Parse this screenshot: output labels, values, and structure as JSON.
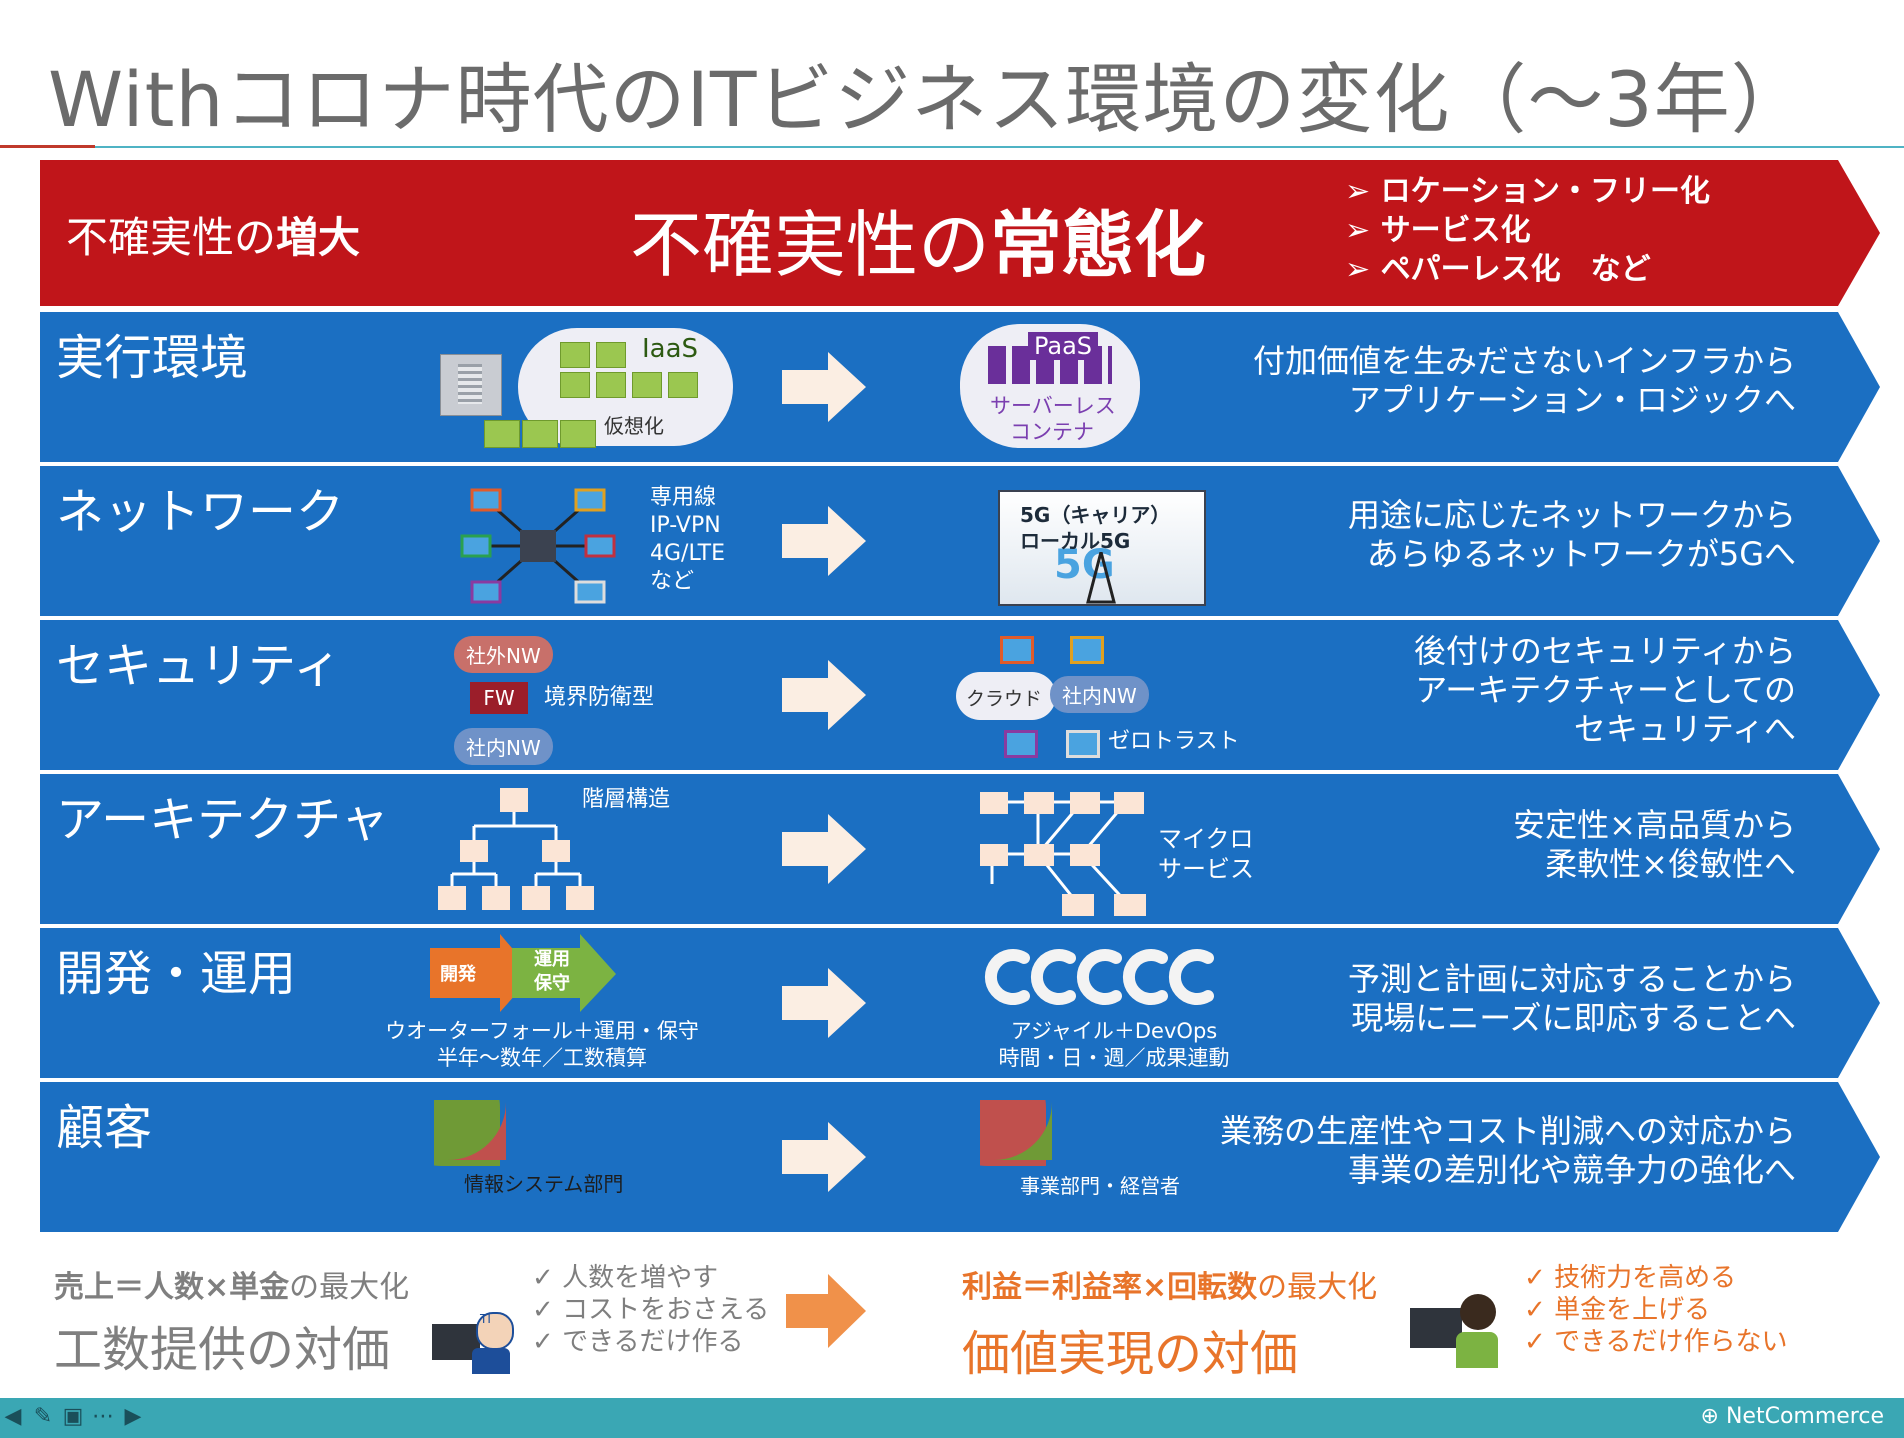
{
  "title": "Withコロナ時代のITビジネス環境の変化（〜3年）",
  "header_band": {
    "left_prefix": "不確実性の",
    "left_bold": "増大",
    "center_prefix": "不確実性の",
    "center_bold": "常態化",
    "bullets": [
      "ロケーション・フリー化",
      "サービス化",
      "ペパーレス化　など"
    ]
  },
  "rows": [
    {
      "label": "実行環境",
      "before": {
        "iaas": "IaaS",
        "virtual": "仮想化"
      },
      "after": {
        "paas": "PaaS",
        "serverless": "サーバーレス",
        "container": "コンテナ"
      },
      "desc": [
        "付加価値を生みださないインフラから",
        "アプリケーション・ロジックへ"
      ]
    },
    {
      "label": "ネットワーク",
      "before": {
        "lines": [
          "専用線",
          "IP-VPN",
          "4G/LTE",
          "など"
        ]
      },
      "after": {
        "line1": "5G（キャリア）",
        "line2": "ローカル5G",
        "badge": "5G"
      },
      "desc": [
        "用途に応じたネットワークから",
        "あらゆるネットワークが5Gへ"
      ]
    },
    {
      "label": "セキュリティ",
      "before": {
        "outer": "社外NW",
        "fw": "FW",
        "fw_caption": "境界防衛型",
        "inner": "社内NW"
      },
      "after": {
        "cloud": "クラウド",
        "inner": "社内NW",
        "caption": "ゼロトラスト"
      },
      "desc": [
        "後付けのセキュリティから",
        "アーキテクチャーとしての",
        "セキュリティへ"
      ]
    },
    {
      "label": "アーキテクチャ",
      "before": {
        "caption": "階層構造"
      },
      "after": {
        "caption1": "マイクロ",
        "caption2": "サービス"
      },
      "desc": [
        "安定性×高品質から",
        "柔軟性×俊敏性へ"
      ]
    },
    {
      "label": "開発・運用",
      "before": {
        "dev": "開発",
        "ops1": "運用",
        "ops2": "保守",
        "caption1": "ウオーターフォール＋運用・保守",
        "caption2": "半年〜数年／工数積算"
      },
      "after": {
        "caption1": "アジャイル＋DevOps",
        "caption2": "時間・日・週／成果連動"
      },
      "desc": [
        "予測と計画に対応することから",
        "現場にニーズに即応することへ"
      ]
    },
    {
      "label": "顧客",
      "before": {
        "caption": "情報システム部門",
        "share": 0.75
      },
      "after": {
        "caption": "事業部門・経営者",
        "share": 0.75
      },
      "desc": [
        "業務の生産性やコスト削減への対応から",
        "事業の差別化や競争力の強化へ"
      ]
    }
  ],
  "bottom": {
    "left_formula_bold": "売上＝人数×単金",
    "left_formula_tail": "の最大化",
    "left_title": "工数提供の対価",
    "left_checks": [
      "人数を増やす",
      "コストをおさえる",
      "できるだけ作る"
    ],
    "avatar_badge": "TI",
    "right_formula_bold": "利益＝利益率×回転数",
    "right_formula_tail": "の最大化",
    "right_title": "価値実現の対価",
    "right_checks": [
      "技術力を高める",
      "単金を上げる",
      "できるだけ作らない"
    ]
  },
  "footer": {
    "logo": "NetCommerce"
  },
  "colors": {
    "band_blue": "#1b6fc2",
    "band_red": "#c0151a",
    "orange": "#e8742a",
    "footer_teal": "#3aa7b4"
  }
}
